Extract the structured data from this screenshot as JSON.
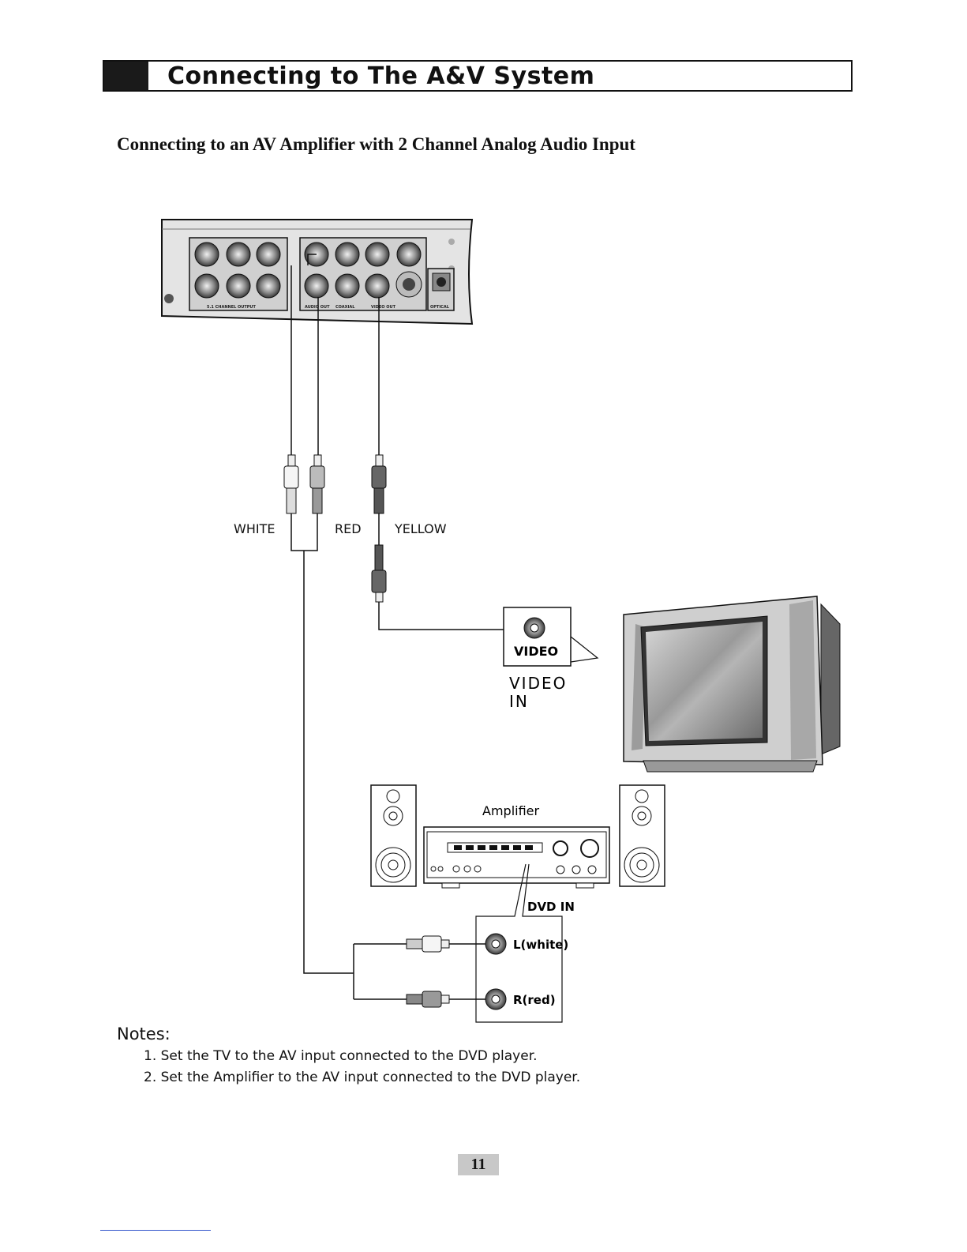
{
  "header": {
    "title": "Connecting to The A&V System"
  },
  "section": {
    "subtitle": "Connecting to an AV Amplifier with 2 Channel Analog Audio Input"
  },
  "diagram": {
    "cable_labels": {
      "white": "WHITE",
      "red": "RED",
      "yellow": "YELLOW"
    },
    "tv": {
      "jack_label": "VIDEO",
      "video_in": [
        "VIDEO",
        "IN"
      ]
    },
    "amplifier": {
      "label": "Amplifier",
      "dvd_in": "DVD IN",
      "left_label": "L(white)",
      "right_label": "R(red)"
    },
    "player_panel_labels": [
      "5.1 CHANNEL OUTPUT",
      "AUDIO OUT",
      "COAXIAL",
      "VIDEO OUT",
      "OPTICAL"
    ]
  },
  "notes": {
    "title": "Notes:",
    "items": [
      "1. Set the TV to the AV input connected to the DVD player.",
      "2. Set the Amplifier to the AV input connected to the DVD player."
    ]
  },
  "page_number": "11"
}
